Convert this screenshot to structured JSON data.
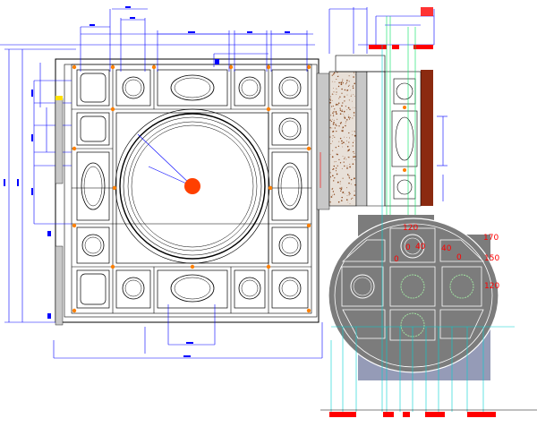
{
  "drawing": {
    "colors": {
      "background": "#ffffff",
      "dimension_line": "#0000ff",
      "frame_line": "#000000",
      "section_fill": "#7c7c7c",
      "accent_red": "#ff0000",
      "accent_orange": "#ff8000",
      "guide_cyan": "#00d0d0",
      "wall_brown": "#8b2a10",
      "pale_blue": "#a0a8d0"
    },
    "section_labels": [
      "120",
      "170",
      "40",
      "40",
      "0",
      "0",
      "0",
      "150",
      "120"
    ]
  }
}
